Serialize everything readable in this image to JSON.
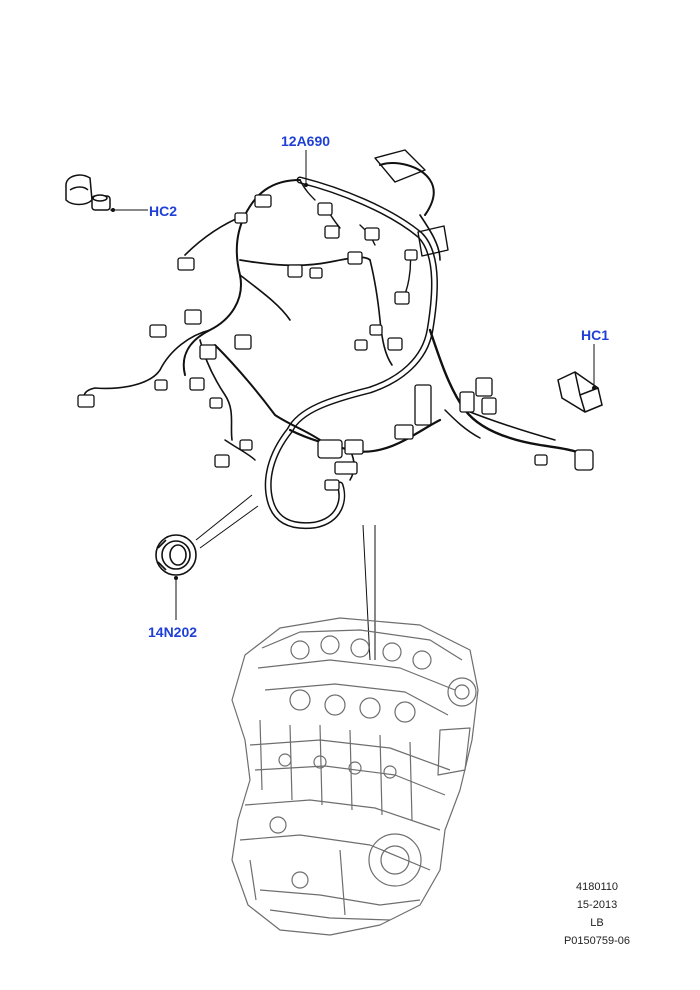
{
  "callouts": {
    "harness": "12A690",
    "clip_hc2": "HC2",
    "clip_hc1": "HC1",
    "grommet": "14N202"
  },
  "reference": {
    "line1": "4180110",
    "line2": "15-2013",
    "line3": "LB",
    "line4": "P0150759-06"
  },
  "colors": {
    "callout_text": "#1f3fd6",
    "line_art": "#111111",
    "engine_art": "#6e6e6e"
  }
}
